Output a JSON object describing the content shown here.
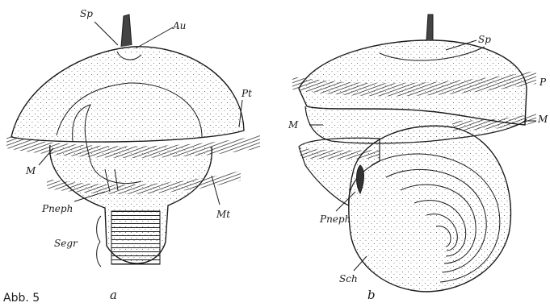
{
  "figure": {
    "caption": "Abb. 5",
    "panel_a": {
      "sublabel": "a",
      "labels": {
        "sp": "Sp",
        "au": "Au",
        "pt": "Pt",
        "m": "M",
        "mt": "Mt",
        "pneph": "Pneph",
        "segr": "Segr"
      }
    },
    "panel_b": {
      "sublabel": "b",
      "labels": {
        "sp": "Sp",
        "p": "P",
        "m_left": "M",
        "m_right": "M",
        "pneph": "Pneph",
        "sch": "Sch"
      }
    }
  },
  "colors": {
    "ink": "#1b1b1b",
    "paper": "#ffffff",
    "stipple": "#555555"
  }
}
